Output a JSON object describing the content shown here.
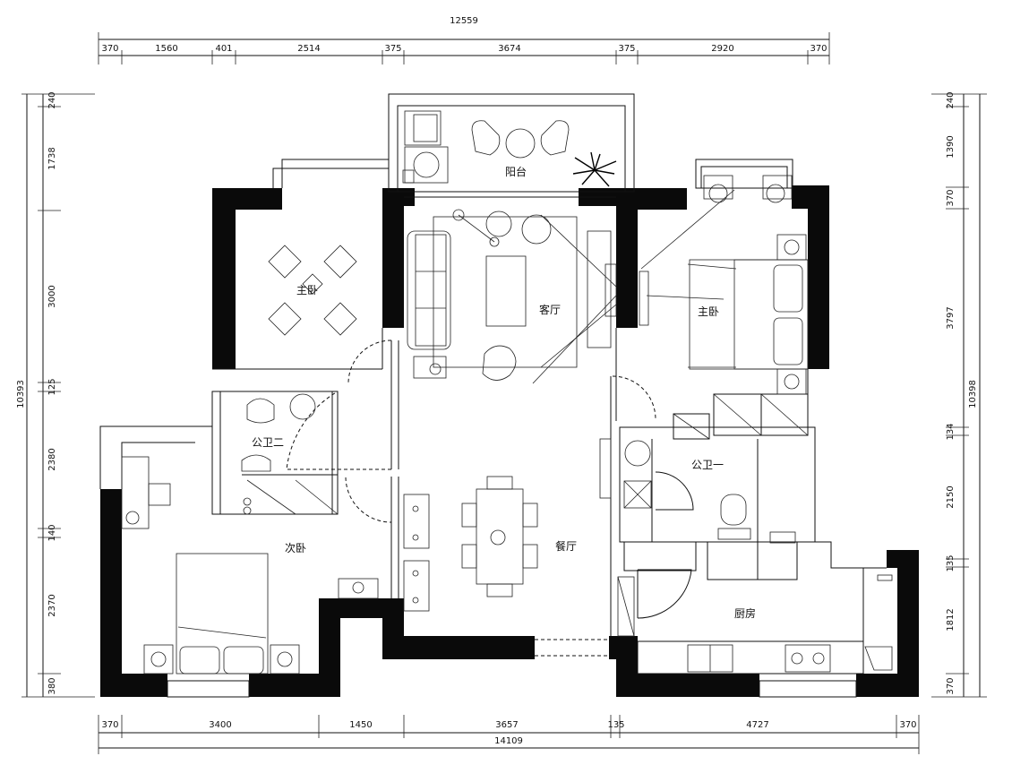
{
  "dimensions": {
    "top_total": "12559",
    "top_segments": [
      "370",
      "1560",
      "401",
      "2514",
      "375",
      "3674",
      "375",
      "2920",
      "370"
    ],
    "bottom_total": "14109",
    "bottom_segments": [
      "370",
      "3400",
      "1450",
      "3657",
      "135",
      "4727",
      "370"
    ],
    "left_total": "10393",
    "left_segments": [
      "240",
      "1738",
      "3000",
      "125",
      "2380",
      "140",
      "2370",
      "380"
    ],
    "right_total": "10398",
    "right_segments": [
      "240",
      "1390",
      "370",
      "3797",
      "134",
      "2150",
      "135",
      "1812",
      "370"
    ]
  },
  "rooms": {
    "balcony": "阳台",
    "master_bedroom_left": "主卧",
    "living_room": "客厅",
    "master_bedroom_right": "主卧",
    "bathroom_2": "公卫二",
    "bathroom_1": "公卫一",
    "second_bedroom": "次卧",
    "dining_room": "餐厅",
    "kitchen": "厨房"
  }
}
